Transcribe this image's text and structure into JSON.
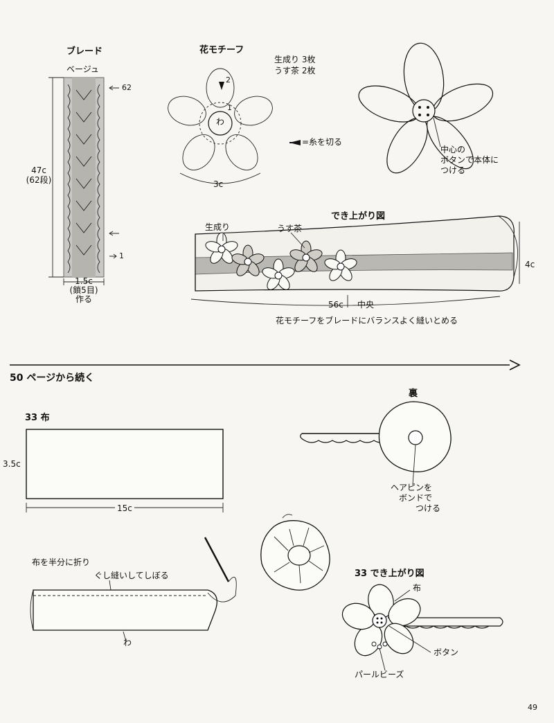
{
  "braid": {
    "title": "ブレード",
    "color": "ベージュ",
    "row_top": "62",
    "row_bottom": "1",
    "length": "47c",
    "rows": "(62段)",
    "width": "1.5c",
    "chain": "(鎖5目)",
    "make": "作る"
  },
  "flower_motif": {
    "title": "花モチーフ",
    "qty1": "生成り  3枚",
    "qty2": "うす茶  2枚",
    "ring": "わ",
    "round1": "1",
    "round2": "2",
    "cut_legend": "=糸を切る",
    "size": "3c"
  },
  "button_note": {
    "line1": "中心の",
    "line2": "ボタンで本体に",
    "line3": "つける"
  },
  "finished": {
    "title": "でき上がり図",
    "label_ecru": "生成り",
    "label_lightbrown": "うす茶",
    "height": "4c",
    "length": "56c",
    "center": "中央",
    "caption": "花モチーフをブレードにバランスよく縫いとめる"
  },
  "continued": {
    "text": "50 ページから続く"
  },
  "fabric33": {
    "title": "33 布",
    "height": "3.5c",
    "width": "15c"
  },
  "back": {
    "title": "裏",
    "line1": "ヘアピンを",
    "line2": "ボンドで",
    "line3": "つける"
  },
  "steps": {
    "fold": "布を半分に折り",
    "gather": "ぐし縫いしてしぼる",
    "ring": "わ"
  },
  "finished33": {
    "title": "33 でき上がり図",
    "fabric": "布",
    "button": "ボタン",
    "pearl": "パールビーズ"
  },
  "page_number": "49"
}
